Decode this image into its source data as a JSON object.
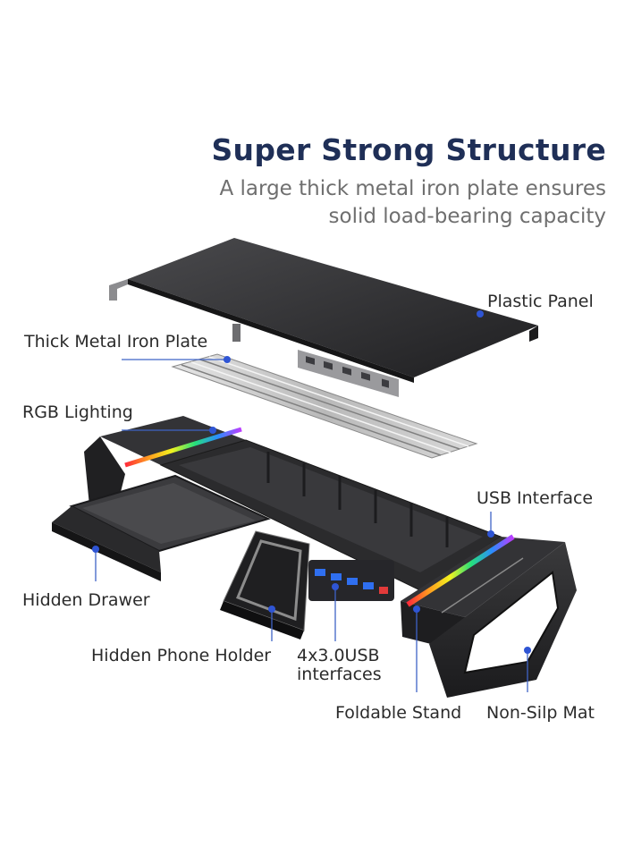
{
  "heading": {
    "title": "Super Strong Structure",
    "subtitle_line1": "A large thick metal iron plate ensures",
    "subtitle_line2": "solid load-bearing capacity"
  },
  "labels": {
    "plastic_panel": "Plastic Panel",
    "thick_metal_iron_plate": "Thick Metal Iron Plate",
    "rgb_lighting": "RGB Lighting",
    "usb_interface": "USB Interface",
    "hidden_drawer": "Hidden Drawer",
    "hidden_phone_holder": "Hidden Phone Holder",
    "usb_interfaces_line1": "4x3.0USB",
    "usb_interfaces_line2": "interfaces",
    "foldable_stand": "Foldable Stand",
    "non_slip_mat": "Non-Silp Mat"
  },
  "colors": {
    "title": "#1f2f57",
    "subtitle": "#6f6f6f",
    "label": "#2b2b2b",
    "leader_line": "#3f63c6",
    "marker_dot": "#2f55d4",
    "body_dark": "#2a2a2c"
  }
}
